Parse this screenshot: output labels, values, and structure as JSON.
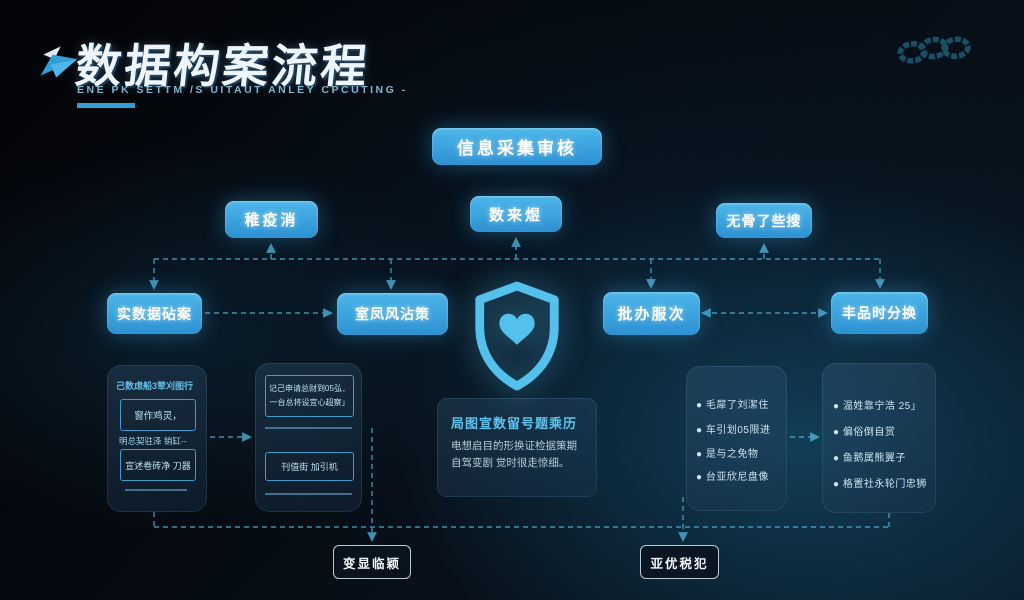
{
  "header": {
    "title": "数据构案流程",
    "subtitle": "ENE PK SETTM /S UITAUT ANLEY CPCUTING -"
  },
  "flow": {
    "top_box": "信息采集审核",
    "row2": [
      "稚疫消",
      "数来煜",
      "无骨了些搜"
    ],
    "row3": [
      "实数据砧案",
      "室凤风沾策",
      "批办服次",
      "丰品时分换"
    ],
    "bottom": [
      "变显临颖",
      "亚优税犯"
    ]
  },
  "panels": {
    "panel1": {
      "header": "己数虑船3荤刈图行",
      "box1": "窗作鸡灵，",
      "mid": "明总契驻泽 销缸--",
      "box2": "宣述卷砖净 刀器"
    },
    "panel2": {
      "line1": "记己申请总财到05弘．",
      "line2": "一台总将设宜心超察」",
      "box": "刊值街 加引机"
    },
    "center": {
      "header": "局图宣数留号题乘历",
      "body1": "电想启目的形换证检据策期自驾变剧",
      "body2": "觉时很走惊细。"
    },
    "panel4": {
      "items": [
        "● 毛犀了刘潔住",
        "● 车引划05限进",
        "● 是与之免物",
        "● 台亚欣尼盘像"
      ]
    },
    "panel5": {
      "items": [
        "● 温姓靠宁浩 25」",
        "● 偏俗倒自赏",
        "● 鱼鹅属熊翼子",
        "● 格置社永轮门忠狮"
      ]
    }
  },
  "icons": {
    "header_arrow": "arrow-logo-icon",
    "brand": "knot-logo-icon",
    "center": "shield-heart-icon"
  },
  "colors": {
    "accent_blue": "#3fb0e4",
    "node_blue_top": "#4cb6e9",
    "node_blue_bottom": "#2d91d2",
    "cyan_text": "#5ec4ee",
    "connector": "#4fb3d9",
    "background_dark": "#05080d",
    "glow_teal": "#1e7aa8",
    "outline_border": "#d7ecf5"
  }
}
